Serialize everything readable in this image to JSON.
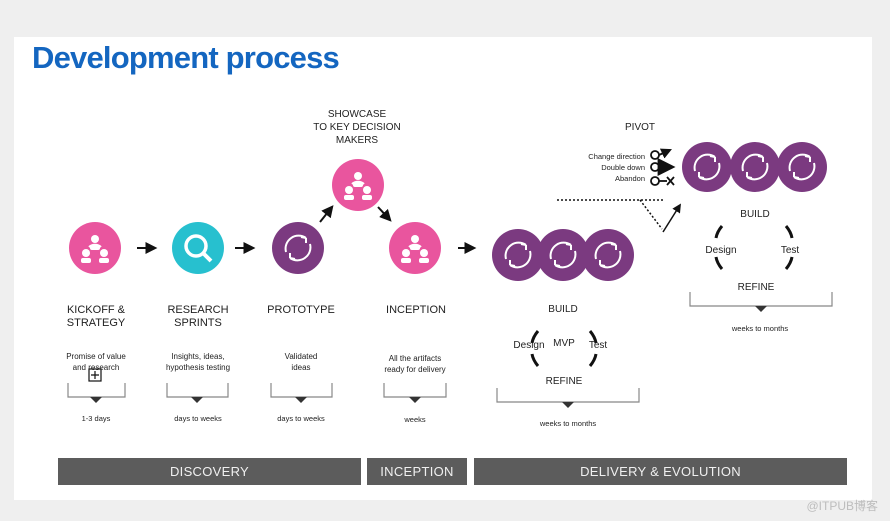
{
  "title": "Development process",
  "colors": {
    "title": "#1466c0",
    "pink": "#e9559e",
    "teal": "#27c0cf",
    "purple": "#7b3a80",
    "bar": "#5c5c5c"
  },
  "stages": [
    {
      "label_1": "KICKOFF &",
      "label_2": "STRATEGY",
      "desc_1": "Promise of value",
      "desc_2": "and research",
      "duration": "1-3 days",
      "icon": "people-icon"
    },
    {
      "label_1": "RESEARCH",
      "label_2": "SPRINTS",
      "desc_1": "Insights, ideas,",
      "desc_2": "hypothesis testing",
      "duration": "days to weeks",
      "icon": "search-icon"
    },
    {
      "label_1": "PROTOTYPE",
      "label_2": "",
      "desc_1": "Validated",
      "desc_2": "ideas",
      "duration": "days to weeks",
      "icon": "cycle-icon"
    },
    {
      "label_1": "INCEPTION",
      "label_2": "",
      "desc_1": "All the artifacts",
      "desc_2": "ready for delivery",
      "duration": "weeks",
      "icon": "people-icon"
    }
  ],
  "showcase": {
    "line_1": "SHOWCASE",
    "line_2": "TO KEY DECISION",
    "line_3": "MAKERS",
    "icon": "people-icon"
  },
  "delivery": {
    "build": "BUILD",
    "design": "Design",
    "center": "MVP",
    "test": "Test",
    "refine": "REFINE",
    "duration": "weeks to months"
  },
  "pivot": {
    "title": "PIVOT",
    "options": [
      "Change direction",
      "Double down",
      "Abandon"
    ],
    "build": "BUILD",
    "design": "Design",
    "test": "Test",
    "refine": "REFINE",
    "duration": "weeks to months"
  },
  "phases": [
    "DISCOVERY",
    "INCEPTION",
    "DELIVERY & EVOLUTION"
  ],
  "watermark": "@ITPUB博客"
}
